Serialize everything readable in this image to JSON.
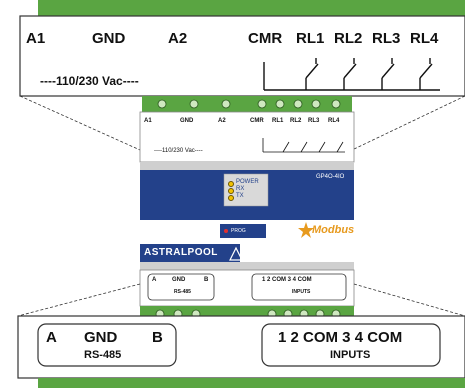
{
  "top_callout": {
    "terminals": [
      "A1",
      "GND",
      "A2",
      "CMR",
      "RL1",
      "RL2",
      "RL3",
      "RL4"
    ],
    "voltage": "----110/230 Vac----"
  },
  "device": {
    "top_labels": [
      "A1",
      "GND",
      "A2",
      "CMR",
      "RL1",
      "RL2",
      "RL3",
      "RL4"
    ],
    "voltage": "----110/230 Vac----",
    "model": "GP4O-4IO",
    "leds": [
      "POWER",
      "RX",
      "TX"
    ],
    "prog_button": "PROG",
    "modbus_logo": "Modbus",
    "brand_logo": "ASTRALPOOL",
    "rs485_labels": [
      "A",
      "GND",
      "B"
    ],
    "rs485_title": "RS-485",
    "input_labels": "1  2  COM  3   4 COM",
    "inputs_title": "INPUTS"
  },
  "bottom_callout": {
    "rs485_labels": [
      "A",
      "GND",
      "B"
    ],
    "rs485_title": "RS-485",
    "input_labels": "1  2  COM  3   4 COM",
    "inputs_title": "INPUTS"
  },
  "colors": {
    "terminal_green": "#5aa542",
    "panel_blue": "#23418a",
    "body_grey": "#d9d9d9",
    "led_yellow": "#f2c200",
    "modbus_orange": "#e79a1e"
  }
}
